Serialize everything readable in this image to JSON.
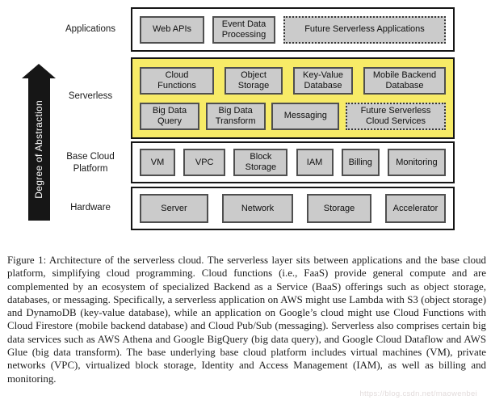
{
  "diagram": {
    "arrow_label": "Degree of Abstraction",
    "row_labels": {
      "applications": "Applications",
      "serverless": "Serverless",
      "base_cloud": "Base Cloud\nPlatform",
      "hardware": "Hardware"
    },
    "applications": {
      "boxes": [
        "Web APIs",
        "Event Data\nProcessing",
        "Future Serverless Applications"
      ]
    },
    "serverless": {
      "row1": [
        "Cloud\nFunctions",
        "Object\nStorage",
        "Key-Value\nDatabase",
        "Mobile Backend\nDatabase"
      ],
      "row2": [
        "Big Data\nQuery",
        "Big Data\nTransform",
        "Messaging",
        "Future Serverless\nCloud Services"
      ]
    },
    "base_cloud": {
      "boxes": [
        "VM",
        "VPC",
        "Block\nStorage",
        "IAM",
        "Billing",
        "Monitoring"
      ]
    },
    "hardware": {
      "boxes": [
        "Server",
        "Network",
        "Storage",
        "Accelerator"
      ]
    }
  },
  "caption": {
    "text": "Figure 1: Architecture of the serverless cloud. The serverless layer sits between applications and the base cloud platform, simplifying cloud programming. Cloud functions (i.e., FaaS) provide general compute and are complemented by an ecosystem of specialized Backend as a Service (BaaS) offerings such as object storage, databases, or messaging. Specifically, a serverless application on AWS might use Lambda with S3 (object storage) and DynamoDB (key-value database), while an application on Google’s cloud might use Cloud Functions with Cloud Firestore (mobile backend database) and Cloud Pub/Sub (messaging). Serverless also comprises certain big data services such as AWS Athena and Google BigQuery (big data query), and Google Cloud Dataflow and AWS Glue (big data transform). The base underlying base cloud platform includes virtual machines (VM), private networks (VPC), virtualized block storage, Identity and Access Management (IAM), as well as billing and monitoring."
  },
  "watermark": "https://blog.csdn.net/maowenbei",
  "colors": {
    "serverless_bg": "#F7EB67",
    "box_fill": "#CBCBCB",
    "box_border": "#4F4F4F",
    "container_border": "#151515",
    "arrow_fill": "#161616",
    "watermark_text": "#E2DBDB"
  }
}
